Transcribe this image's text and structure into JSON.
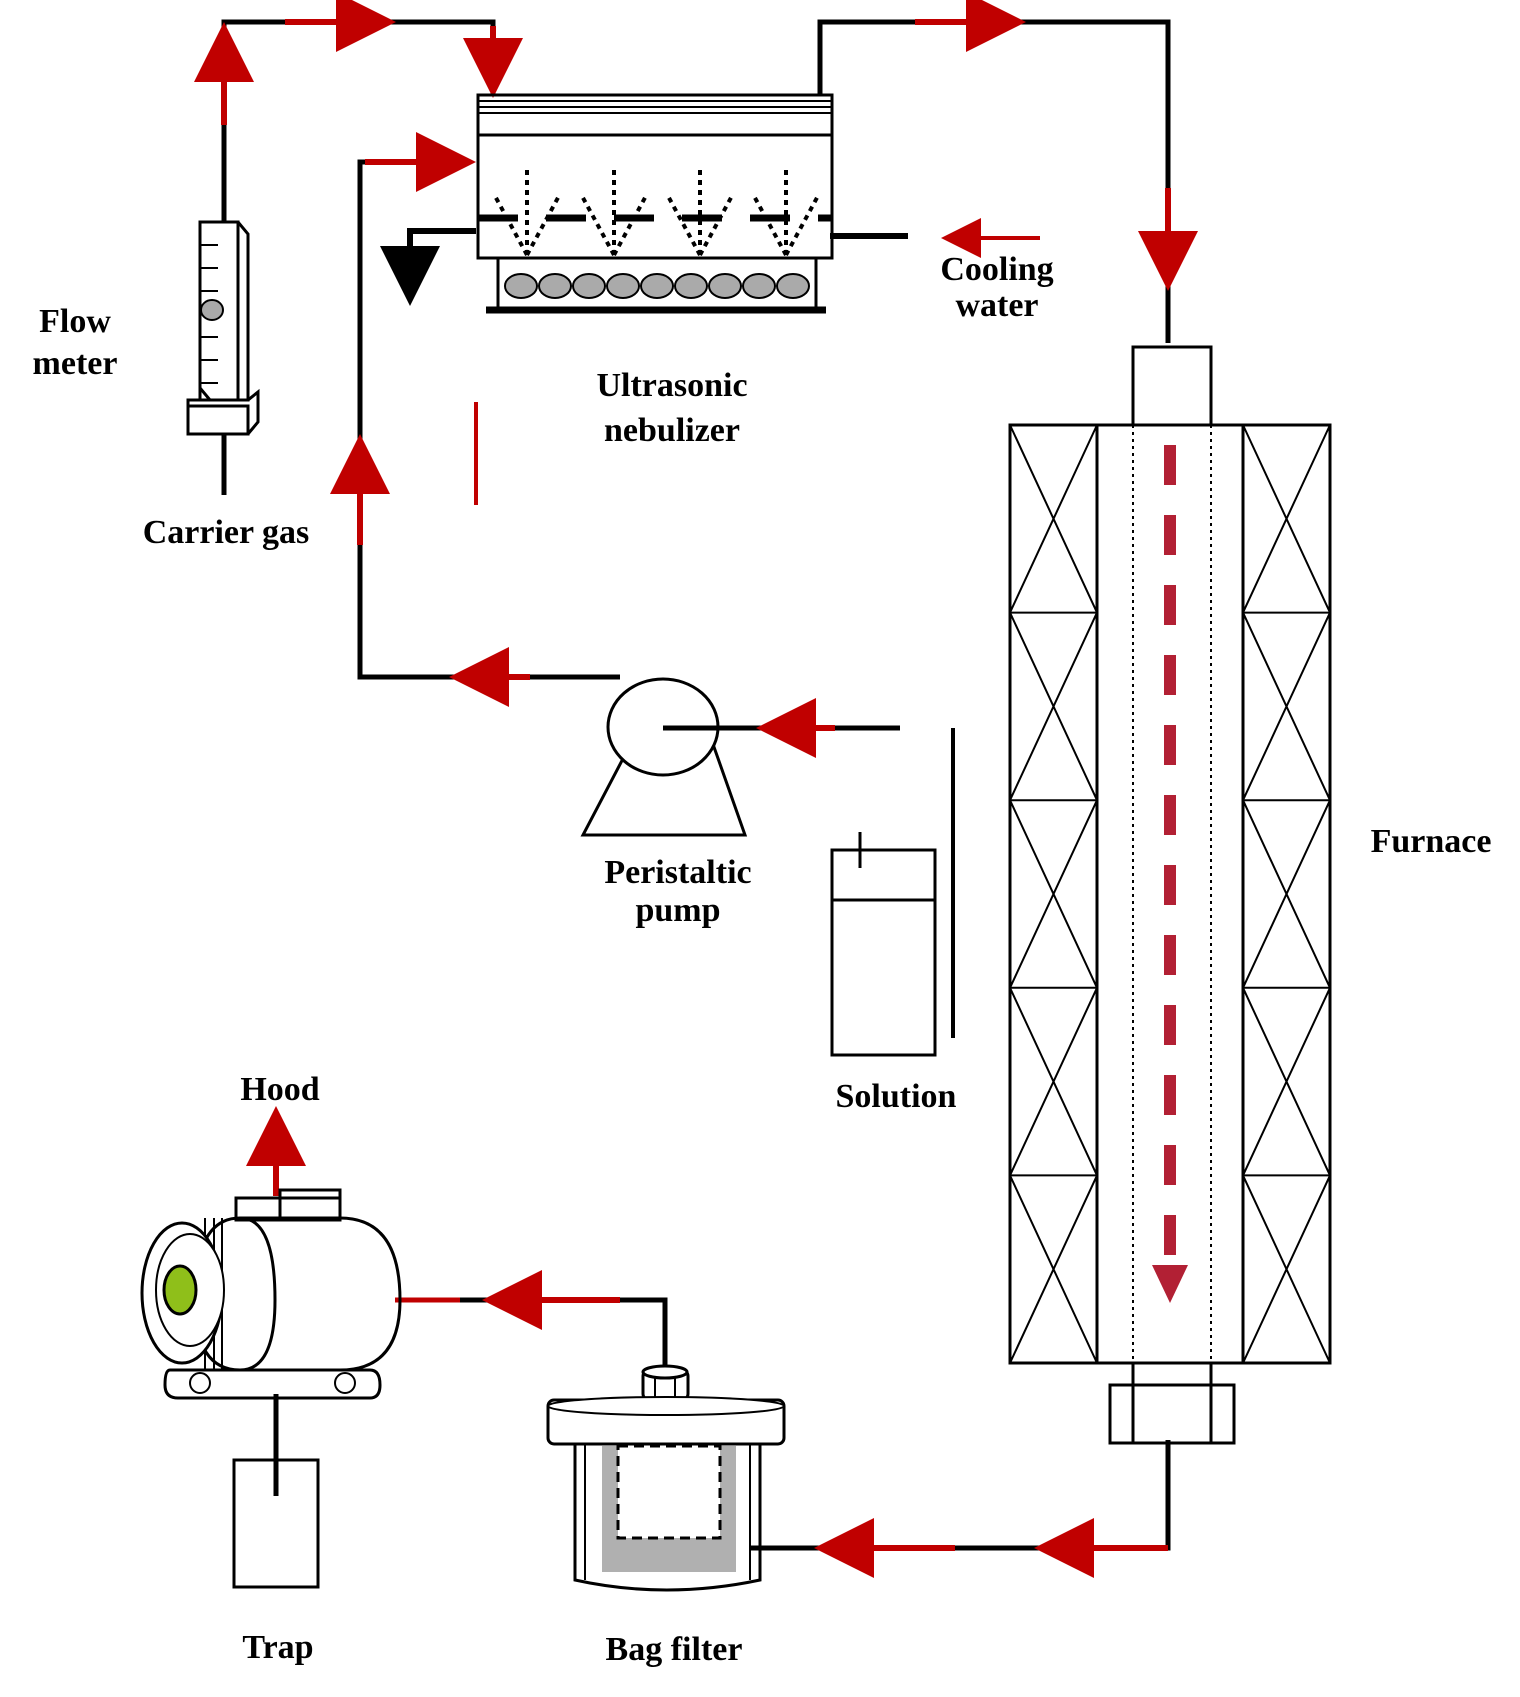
{
  "labels": {
    "flow_meter_1": "Flow",
    "flow_meter_2": "meter",
    "carrier_gas": "Carrier gas",
    "ultrasonic_1": "Ultrasonic",
    "ultrasonic_2": "nebulizer",
    "cooling_1": "Cooling",
    "cooling_2": "water",
    "peristaltic_1": "Peristaltic",
    "peristaltic_2": "pump",
    "solution": "Solution",
    "furnace": "Furnace",
    "hood": "Hood",
    "trap": "Trap",
    "bag_filter": "Bag filter"
  },
  "colors": {
    "line": "#000000",
    "flow_arrow": "#c00000",
    "furnace_arrow": "#b22034",
    "filter_gray": "#b0b0b0",
    "pump_window": "#8fbf1a",
    "droplet": "#aaaaaa"
  }
}
